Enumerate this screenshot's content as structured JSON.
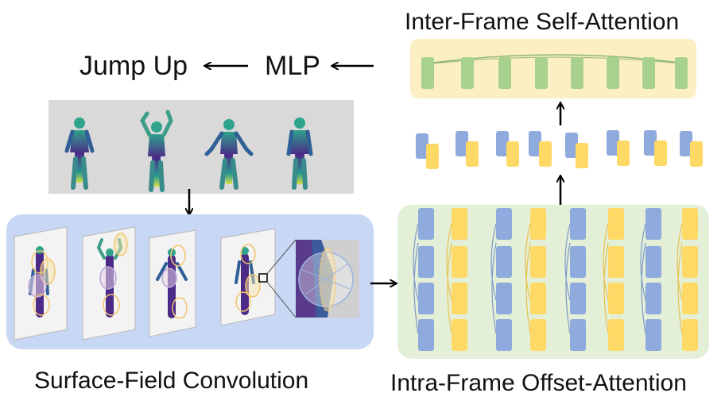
{
  "labels": {
    "action": "Jump Up",
    "mlp": "MLP",
    "inter_frame": "Inter-Frame Self-Attention",
    "surface_field": "Surface-Field Convolution",
    "intra_frame": "Intra-Frame Offset-Attention"
  },
  "colors": {
    "inter_panel": "#fcefc4",
    "intra_panel": "#e3efd7",
    "conv_panel": "#c8d7f4",
    "sequence_bg": "#d9d9d9",
    "green_block": "#a9d18e",
    "blue_block": "#8faadc",
    "yellow_block": "#ffd966",
    "arrow": "#000000"
  },
  "icons": [
    "human-figure-icon",
    "frame-sheet-icon",
    "magnifier-zoom-icon",
    "arrow-icon"
  ]
}
